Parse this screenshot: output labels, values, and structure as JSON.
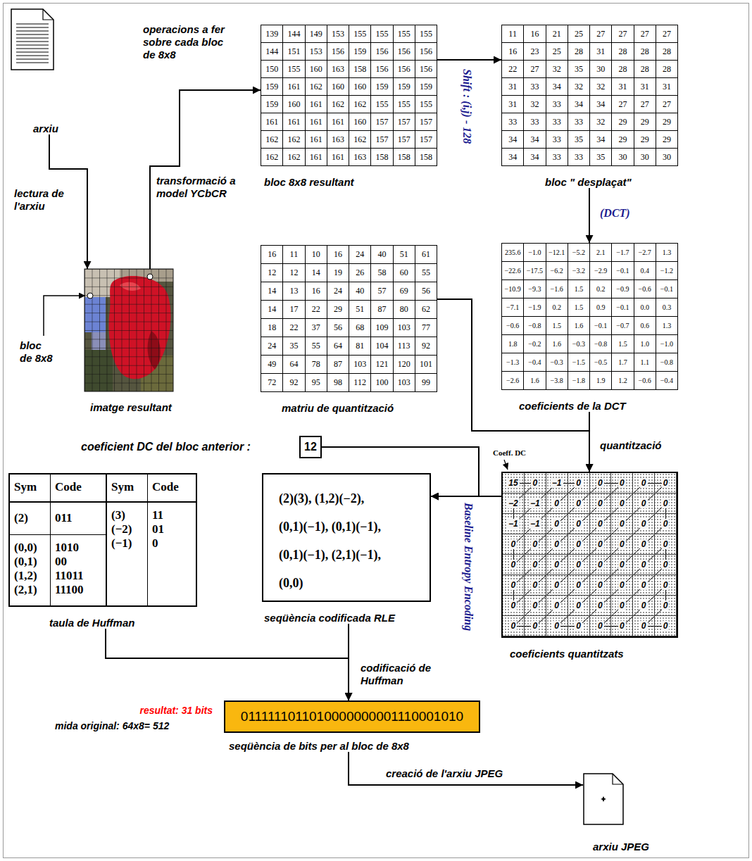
{
  "diagram": {
    "nodes": [
      {
        "text": [
          "arxiu"
        ]
      },
      {
        "text": [
          "bloc 8x8 resultant"
        ]
      },
      {
        "text": [
          "bloc \" desplaçat\""
        ]
      },
      {
        "text": [
          "imatge resultant"
        ]
      },
      {
        "text": [
          "matriu de quantització"
        ]
      },
      {
        "text": [
          "coeficients de la DCT"
        ]
      },
      {
        "text": [
          "coeficient DC del bloc anterior :",
          "12"
        ]
      },
      {
        "text": [
          "taula de Huffman"
        ]
      },
      {
        "text": [
          "(2)(3), (1,2)(−2), (0,1)(−1), (0,1)(−1), (0,1)(−1), (2,1)(−1), (0,0)",
          "seqüència codificada RLE"
        ]
      },
      {
        "text": [
          "coeficients quantitzats"
        ]
      },
      {
        "text": [
          "0111111011010000000001110001010",
          "seqüència de bits per al bloc de 8x8"
        ]
      },
      {
        "text": [
          "arxiu JPEG"
        ]
      }
    ],
    "edges": [
      {
        "from": 0,
        "to": 3,
        "label": "lectura de l'arxiu",
        "arrow": "to"
      },
      {
        "from": 3,
        "to": 1,
        "label": "transformació a model YCbCR",
        "arrow": "to"
      },
      {
        "from": 1,
        "to": 2,
        "label": "Shift : (i,j) - 128",
        "arrow": "to"
      },
      {
        "from": 2,
        "to": 5,
        "label": "(DCT)",
        "arrow": "to"
      },
      {
        "from": 5,
        "to": 9,
        "label": "quantització",
        "arrow": "to"
      },
      {
        "from": 4,
        "to": 9,
        "arrow": "to"
      },
      {
        "from": 9,
        "to": 8,
        "label": "Baseline Entropy Encoding",
        "arrow": "to"
      },
      {
        "from": 6,
        "to": 8,
        "arrow": "to"
      },
      {
        "from": 8,
        "to": 10,
        "label": "codificació de Huffman",
        "arrow": "to"
      },
      {
        "from": 7,
        "to": 10,
        "arrow": "to"
      },
      {
        "from": 10,
        "to": 11,
        "label": "creació de l'arxiu JPEG",
        "arrow": "to"
      }
    ],
    "labels": [
      "operacions a fer sobre cada bloc de 8x8",
      "bloc de 8x8",
      "139",
      "144",
      "149",
      "153",
      "155",
      "155",
      "155",
      "155",
      "144",
      "151",
      "153",
      "156",
      "159",
      "156",
      "156",
      "156",
      "150",
      "155",
      "160",
      "163",
      "158",
      "156",
      "156",
      "156",
      "159",
      "161",
      "162",
      "160",
      "160",
      "159",
      "159",
      "159",
      "159",
      "160",
      "161",
      "162",
      "162",
      "155",
      "155",
      "155",
      "161",
      "161",
      "161",
      "161",
      "160",
      "157",
      "157",
      "157",
      "162",
      "162",
      "161",
      "163",
      "162",
      "157",
      "157",
      "157",
      "162",
      "162",
      "161",
      "161",
      "163",
      "158",
      "158",
      "158",
      "11",
      "16",
      "21",
      "25",
      "27",
      "27",
      "27",
      "27",
      "16",
      "23",
      "25",
      "28",
      "31",
      "28",
      "28",
      "28",
      "22",
      "27",
      "32",
      "35",
      "30",
      "28",
      "28",
      "28",
      "31",
      "33",
      "34",
      "32",
      "32",
      "31",
      "31",
      "31",
      "31",
      "32",
      "33",
      "34",
      "34",
      "27",
      "27",
      "27",
      "33",
      "33",
      "33",
      "33",
      "32",
      "29",
      "29",
      "29",
      "34",
      "34",
      "33",
      "35",
      "34",
      "29",
      "29",
      "29",
      "34",
      "34",
      "33",
      "33",
      "35",
      "30",
      "30",
      "30",
      "16",
      "11",
      "10",
      "16",
      "24",
      "40",
      "51",
      "61",
      "12",
      "12",
      "14",
      "19",
      "26",
      "58",
      "60",
      "55",
      "14",
      "13",
      "16",
      "24",
      "40",
      "57",
      "69",
      "56",
      "14",
      "17",
      "22",
      "29",
      "51",
      "87",
      "80",
      "62",
      "18",
      "22",
      "37",
      "56",
      "68",
      "109",
      "103",
      "77",
      "24",
      "35",
      "55",
      "64",
      "81",
      "104",
      "113",
      "92",
      "49",
      "64",
      "78",
      "87",
      "103",
      "121",
      "120",
      "101",
      "72",
      "92",
      "95",
      "98",
      "112",
      "100",
      "103",
      "99",
      "235.6",
      "−1.0",
      "−12.1",
      "−5.2",
      "2.1",
      "−1.7",
      "−2.7",
      "1.3",
      "−22.6",
      "−17.5",
      "−6.2",
      "−3.2",
      "−2.9",
      "−0.1",
      "0.4",
      "−1.2",
      "−10.9",
      "−9.3",
      "−1.6",
      "1.5",
      "0.2",
      "−0.9",
      "−0.6",
      "−0.1",
      "−7.1",
      "−1.9",
      "0.2",
      "1.5",
      "0.9",
      "−0.1",
      "0.0",
      "0.3",
      "−0.6",
      "−0.8",
      "1.5",
      "1.6",
      "−0.1",
      "−0.7",
      "0.6",
      "1.3",
      "1.8",
      "−0.2",
      "1.6",
      "−0.3",
      "−0.8",
      "1.5",
      "1.0",
      "−1.0",
      "−1.3",
      "−0.4",
      "−0.3",
      "−1.5",
      "−0.5",
      "1.7",
      "1.1",
      "−0.8",
      "−2.6",
      "1.6",
      "−3.8",
      "−1.8",
      "1.9",
      "1.2",
      "−0.6",
      "−0.4",
      "15",
      "0",
      "−1",
      "0",
      "0",
      "0",
      "0",
      "0",
      "−2",
      "−1",
      "0",
      "0",
      "0",
      "0",
      "0",
      "0",
      "−1",
      "−1",
      "0",
      "0",
      "0",
      "0",
      "0",
      "0",
      "0",
      "0",
      "0",
      "0",
      "0",
      "0",
      "0",
      "0",
      "0",
      "0",
      "0",
      "0",
      "0",
      "0",
      "0",
      "0",
      "0",
      "0",
      "0",
      "0",
      "0",
      "0",
      "0",
      "0",
      "0",
      "0",
      "0",
      "0",
      "0",
      "0",
      "0",
      "0",
      "0",
      "0",
      "0",
      "0",
      "0",
      "0",
      "0",
      "0",
      "Coeff. DC",
      "Sym",
      "Code",
      "Sym",
      "Code",
      "(2)",
      "011",
      "(0,0)",
      "(0,1)",
      "(1,2)",
      "(2,1)",
      "1010",
      "00",
      "11011",
      "11100",
      "(3)",
      "(−2)",
      "(−1)",
      "11",
      "01",
      "0",
      "resultat: 31 bits",
      "mida original: 64x8= 512"
    ]
  }
}
